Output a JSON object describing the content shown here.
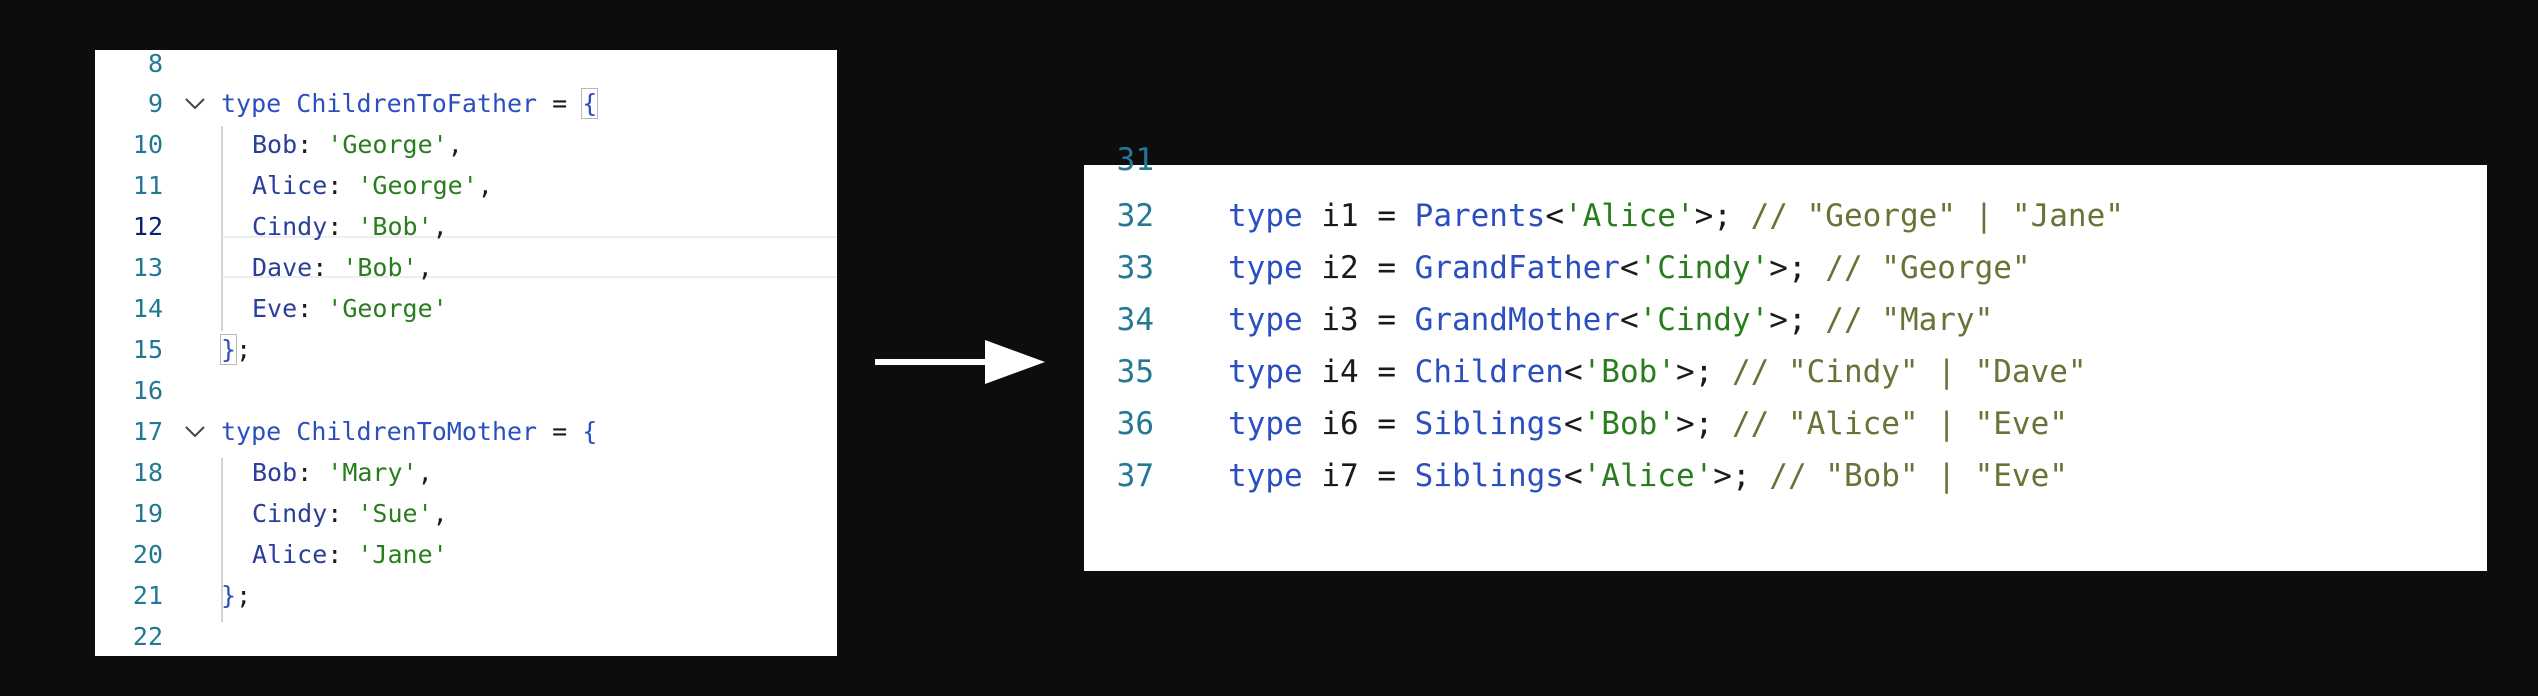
{
  "left_editor": {
    "lines": [
      {
        "num": "8"
      },
      {
        "num": "9",
        "code": {
          "kw": "type",
          "name": "ChildrenToFather",
          "eq": " = ",
          "brace": "{"
        }
      },
      {
        "num": "10",
        "entry": {
          "prop": "Bob",
          "value": "'George'",
          "tail": ","
        }
      },
      {
        "num": "11",
        "entry": {
          "prop": "Alice",
          "value": "'George'",
          "tail": ","
        }
      },
      {
        "num": "12",
        "entry": {
          "prop": "Cindy",
          "value": "'Bob'",
          "tail": ","
        }
      },
      {
        "num": "13",
        "entry": {
          "prop": "Dave",
          "value": "'Bob'",
          "tail": ","
        }
      },
      {
        "num": "14",
        "entry": {
          "prop": "Eve",
          "value": "'George'",
          "tail": ""
        }
      },
      {
        "num": "15",
        "close": "};"
      },
      {
        "num": "16"
      },
      {
        "num": "17",
        "code": {
          "kw": "type",
          "name": "ChildrenToMother",
          "eq": " = ",
          "brace": "{"
        }
      },
      {
        "num": "18",
        "entry": {
          "prop": "Bob",
          "value": "'Mary'",
          "tail": ","
        }
      },
      {
        "num": "19",
        "entry": {
          "prop": "Cindy",
          "value": "'Sue'",
          "tail": ","
        }
      },
      {
        "num": "20",
        "entry": {
          "prop": "Alice",
          "value": "'Jane'",
          "tail": ""
        }
      },
      {
        "num": "21",
        "close": "};"
      },
      {
        "num": "22"
      }
    ]
  },
  "right_editor": {
    "partial_line_num": "31",
    "lines": [
      {
        "num": "32",
        "kw": "type",
        "id": "i1",
        "eq": " = ",
        "fn": "Parents",
        "lt": "<",
        "arg": "'Alice'",
        "gt": ">;",
        "comment": " // \"George\" | \"Jane\""
      },
      {
        "num": "33",
        "kw": "type",
        "id": "i2",
        "eq": " = ",
        "fn": "GrandFather",
        "lt": "<",
        "arg": "'Cindy'",
        "gt": ">;",
        "comment": " // \"George\""
      },
      {
        "num": "34",
        "kw": "type",
        "id": "i3",
        "eq": " = ",
        "fn": "GrandMother",
        "lt": "<",
        "arg": "'Cindy'",
        "gt": ">;",
        "comment": " // \"Mary\""
      },
      {
        "num": "35",
        "kw": "type",
        "id": "i4",
        "eq": " = ",
        "fn": "Children",
        "lt": "<",
        "arg": "'Bob'",
        "gt": ">;",
        "comment": " // \"Cindy\" | \"Dave\""
      },
      {
        "num": "36",
        "kw": "type",
        "id": "i6",
        "eq": " = ",
        "fn": "Siblings",
        "lt": "<",
        "arg": "'Bob'",
        "gt": ">;",
        "comment": " // \"Alice\" | \"Eve\""
      },
      {
        "num": "37",
        "kw": "type",
        "id": "i7",
        "eq": " = ",
        "fn": "Siblings",
        "lt": "<",
        "arg": "'Alice'",
        "gt": ">;",
        "comment": " // \"Bob\" | \"Eve\""
      }
    ]
  },
  "colors": {
    "background": "#0d0d0d",
    "panel": "#ffffff",
    "line_number": "#237893",
    "keyword": "#2c4fbf",
    "string": "#2a7d1e",
    "comment": "#6b7238"
  },
  "icons": {
    "fold": "chevron-down-icon",
    "arrow": "right-arrow-icon"
  }
}
